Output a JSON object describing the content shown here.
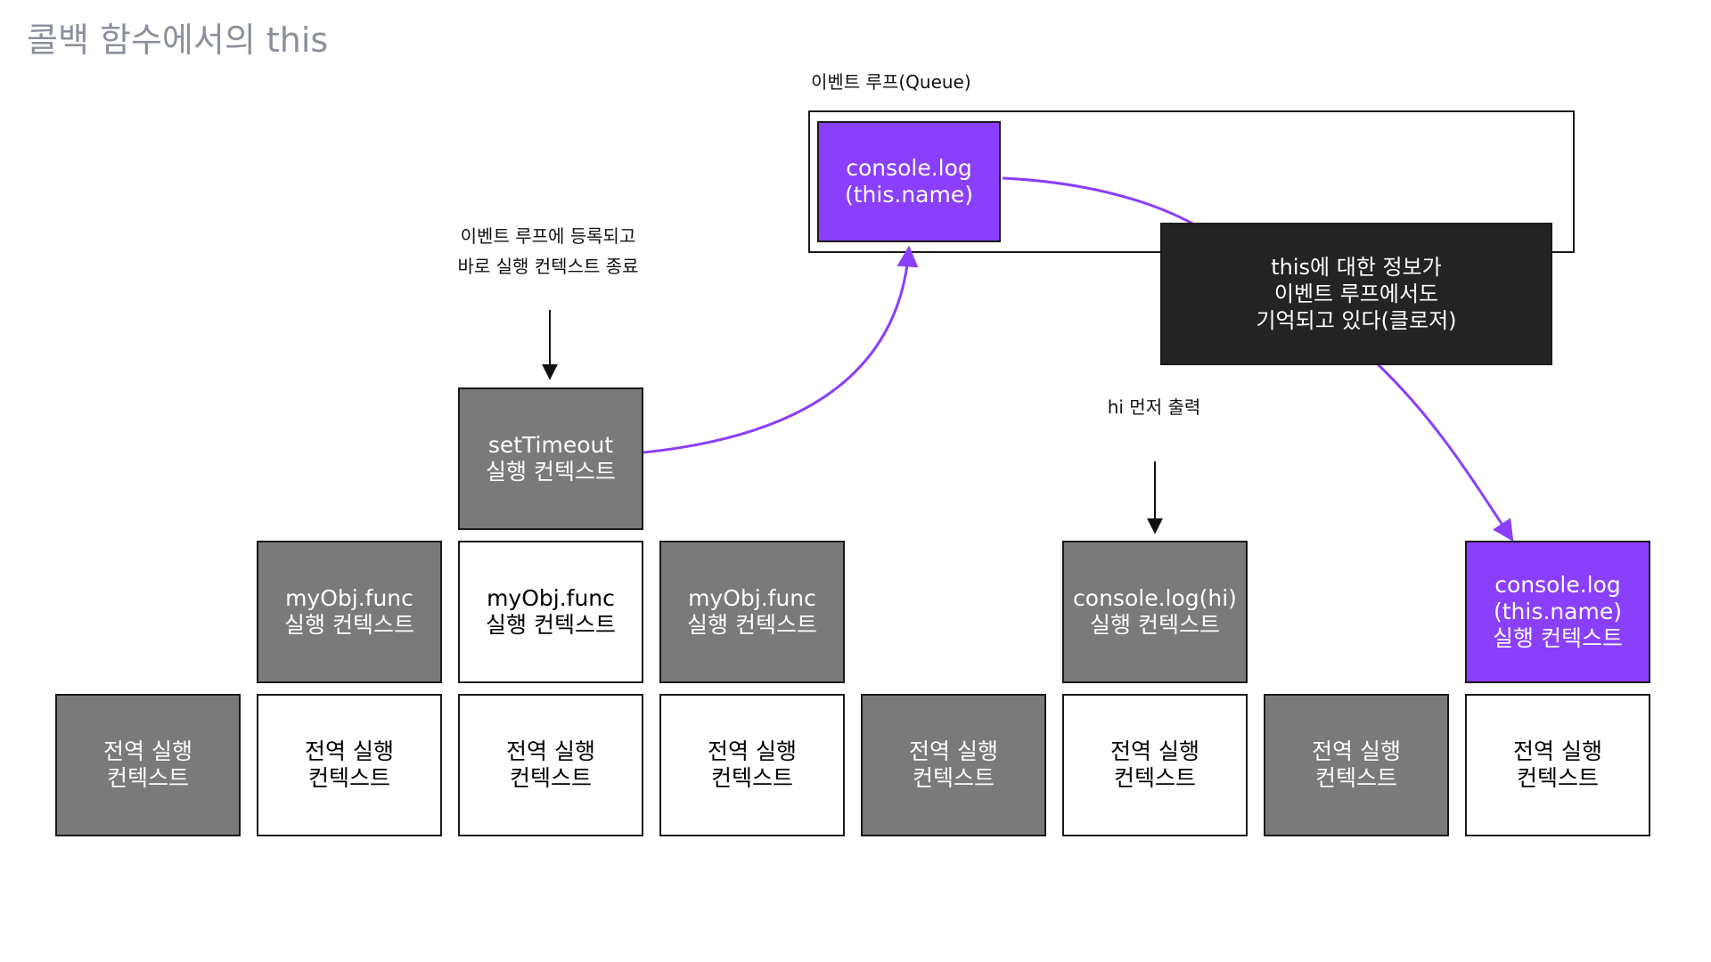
{
  "title": "콜백 함수에서의 this",
  "queue": {
    "label": "이벤트 루프(Queue)"
  },
  "annotations": {
    "registered": [
      "이벤트 루프에 등록되고",
      "바로 실행 컨텍스트 종료"
    ],
    "hi_first": "hi 먼저 출력"
  },
  "callout": [
    "this에 대한 정보가",
    "이벤트 루프에서도",
    "기억되고 있다(클로저)"
  ],
  "queue_item": [
    "console.log",
    "(this.name)"
  ],
  "stack_boxes": {
    "settimeout": [
      "setTimeout",
      "실행 컨텍스트"
    ],
    "myobj_1": [
      "myObj.func",
      "실행 컨텍스트"
    ],
    "myobj_2": [
      "myObj.func",
      "실행 컨텍스트"
    ],
    "myobj_3": [
      "myObj.func",
      "실행 컨텍스트"
    ],
    "console_hi": [
      "console.log(hi)",
      "실행 컨텍스트"
    ],
    "console_name": [
      "console.log",
      "(this.name)",
      "실행 컨텍스트"
    ]
  },
  "global_boxes": [
    [
      "전역 실행",
      "컨텍스트"
    ],
    [
      "전역 실행",
      "컨텍스트"
    ],
    [
      "전역 실행",
      "컨텍스트"
    ],
    [
      "전역 실행",
      "컨텍스트"
    ],
    [
      "전역 실행",
      "컨텍스트"
    ],
    [
      "전역 실행",
      "컨텍스트"
    ],
    [
      "전역 실행",
      "컨텍스트"
    ],
    [
      "전역 실행",
      "컨텍스트"
    ]
  ],
  "colors": {
    "gray_box": "#7a7a7a",
    "purple_accent": "#8a3ffc",
    "dark_callout": "#232323",
    "title_gray": "#8b8f9c"
  }
}
